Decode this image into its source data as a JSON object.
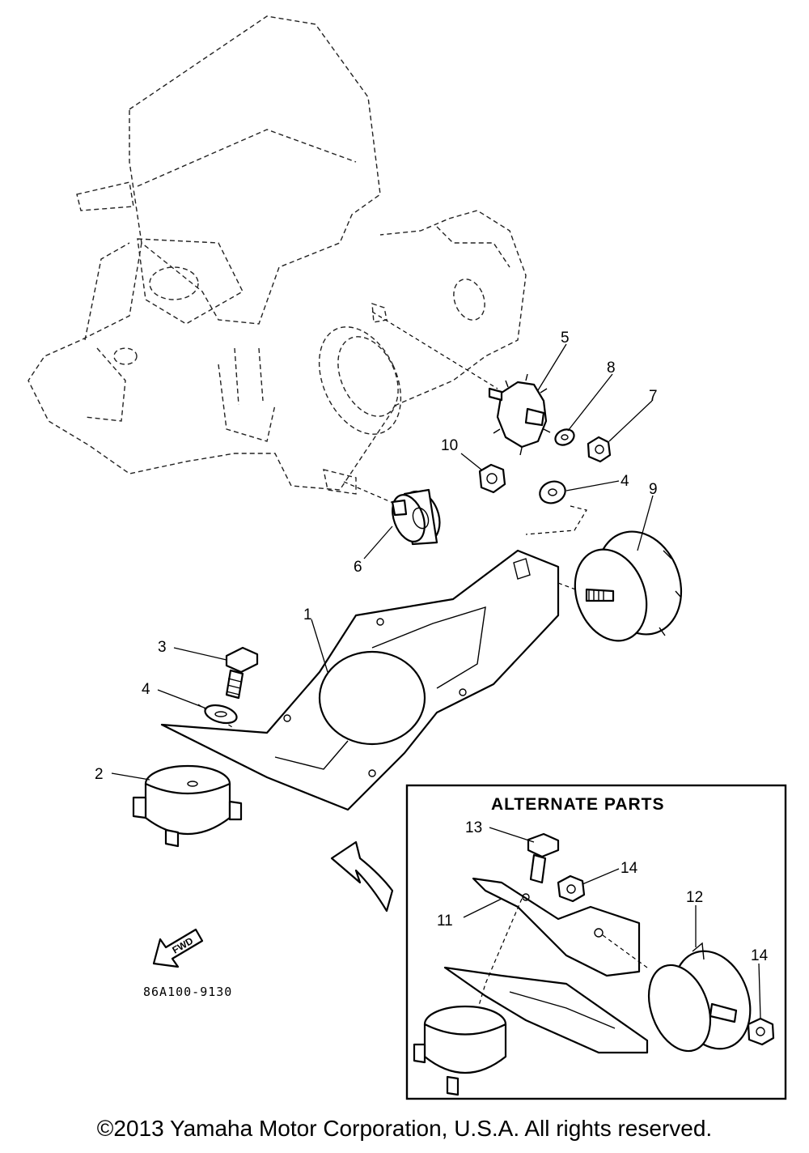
{
  "diagram": {
    "alternate_parts_title": "ALTERNATE PARTS",
    "reference_code": "86A100-9130",
    "fwd_label": "FWD",
    "callouts": [
      {
        "id": "1",
        "label": "1"
      },
      {
        "id": "2",
        "label": "2"
      },
      {
        "id": "3",
        "label": "3"
      },
      {
        "id": "4a",
        "label": "4"
      },
      {
        "id": "4b",
        "label": "4"
      },
      {
        "id": "5",
        "label": "5"
      },
      {
        "id": "6",
        "label": "6"
      },
      {
        "id": "7",
        "label": "7"
      },
      {
        "id": "8",
        "label": "8"
      },
      {
        "id": "9",
        "label": "9"
      },
      {
        "id": "10",
        "label": "10"
      },
      {
        "id": "11",
        "label": "11"
      },
      {
        "id": "12",
        "label": "12"
      },
      {
        "id": "13",
        "label": "13"
      },
      {
        "id": "14a",
        "label": "14"
      },
      {
        "id": "14b",
        "label": "14"
      }
    ]
  },
  "footer": {
    "copyright": "©2013 Yamaha Motor Corporation, U.S.A. All rights reserved."
  }
}
